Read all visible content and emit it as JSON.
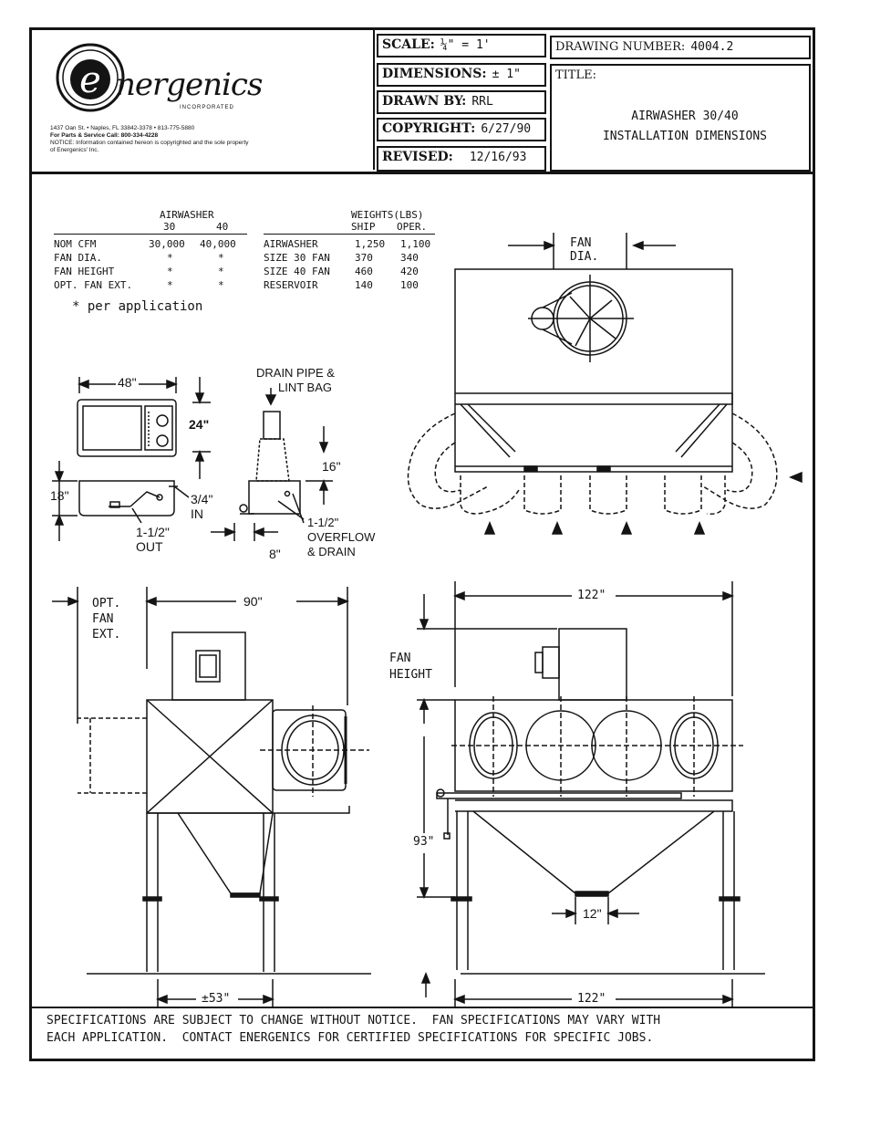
{
  "logo": {
    "name": "nergenics",
    "letter": "e",
    "incorporated": "INCORPORATED",
    "address": "1437 Oan St. • Naples, FL 33842-3378 • 813-775-5880",
    "parts": "For Parts & Service Call: 800-334-4228",
    "notice1": "NOTICE: Information contained hereon is copyrighted and the sole property",
    "notice2": "of Energenics' Inc."
  },
  "title_block": {
    "scale_label": "SCALE:",
    "scale_value": "¼\" = 1'",
    "dimensions_label": "DIMENSIONS:",
    "dimensions_value": "± 1\"",
    "drawn_by_label": "DRAWN BY:",
    "drawn_by_value": "RRL",
    "copyright_label": "COPYRIGHT:",
    "copyright_value": "6/27/90",
    "revised_label": "REVISED:",
    "revised_value": "12/16/93",
    "drawing_number_label": "DRAWING NUMBER:",
    "drawing_number_value": "4004.2",
    "title_label": "TITLE:",
    "title_line1": "AIRWASHER 30/40",
    "title_line2": "INSTALLATION DIMENSIONS"
  },
  "spec_table": {
    "heading": "AIRWASHER",
    "col1": "30",
    "col2": "40",
    "rows": [
      {
        "label": "NOM CFM",
        "v30": "30,000",
        "v40": "40,000"
      },
      {
        "label": "FAN DIA.",
        "v30": "*",
        "v40": "*"
      },
      {
        "label": "FAN HEIGHT",
        "v30": "*",
        "v40": "*"
      },
      {
        "label": "OPT. FAN EXT.",
        "v30": "*",
        "v40": "*"
      }
    ],
    "note": "* per application"
  },
  "weights_table": {
    "heading": "WEIGHTS(LBS)",
    "col1": "SHIP",
    "col2": "OPER.",
    "rows": [
      {
        "label": "AIRWASHER",
        "ship": "1,250",
        "oper": "1,100"
      },
      {
        "label": "SIZE 30 FAN",
        "ship": "370",
        "oper": "340"
      },
      {
        "label": "SIZE 40 FAN",
        "ship": "460",
        "oper": "420"
      },
      {
        "label": "RESERVOIR",
        "ship": "140",
        "oper": "100"
      }
    ]
  },
  "dimensions": {
    "panel_width": "48\"",
    "panel_height": "24\"",
    "reservoir_height": "18\"",
    "inlet": "3/4\"",
    "inlet2": "IN",
    "outlet": "1-1/2\"",
    "outlet2": "OUT",
    "drain_pipe1": "DRAIN PIPE &",
    "drain_pipe2": "LINT BAG",
    "drain_height": "16\"",
    "overflow1": "1-1/2\"",
    "overflow2": "OVERFLOW",
    "overflow3": "& DRAIN",
    "drain_offset": "8\"",
    "fan_dia1": "FAN",
    "fan_dia2": "DIA.",
    "opt_fan_ext1": "OPT.",
    "opt_fan_ext2": "FAN",
    "opt_fan_ext3": "EXT.",
    "side_width": "90\"",
    "side_base": "±53\"",
    "front_width": "122\"",
    "fan_height1": "FAN",
    "fan_height2": "HEIGHT",
    "front_height": "93\"",
    "hopper_outlet": "12\"",
    "front_base": "122\""
  },
  "footer": {
    "line1": "SPECIFICATIONS ARE SUBJECT TO CHANGE WITHOUT NOTICE.  FAN SPECIFICATIONS MAY VARY WITH",
    "line2": "EACH APPLICATION.  CONTACT ENERGENICS FOR CERTIFIED SPECIFICATIONS FOR SPECIFIC JOBS."
  }
}
